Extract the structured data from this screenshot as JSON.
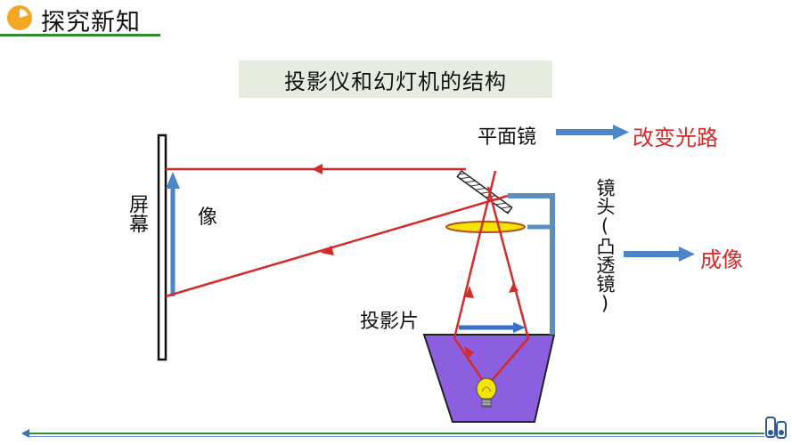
{
  "header": {
    "title": "探究新知"
  },
  "diagram": {
    "title": "投影仪和幻灯机的结构",
    "labels": {
      "mirror": "平面镜",
      "mirror_effect": "改变光路",
      "screen": "屏幕",
      "image": "像",
      "lens": "镜头(凸透镜)",
      "lens_effect": "成像",
      "slide": "投影片"
    }
  },
  "colors": {
    "ray": "#d42a2a",
    "arrow_blue": "#4a86c8",
    "box": "#8b5fe0",
    "lens_fill": "#f5e400",
    "header_icon": "#f5a623",
    "header_line": "#2e8b2e",
    "title_bg": "#e6ede0"
  }
}
